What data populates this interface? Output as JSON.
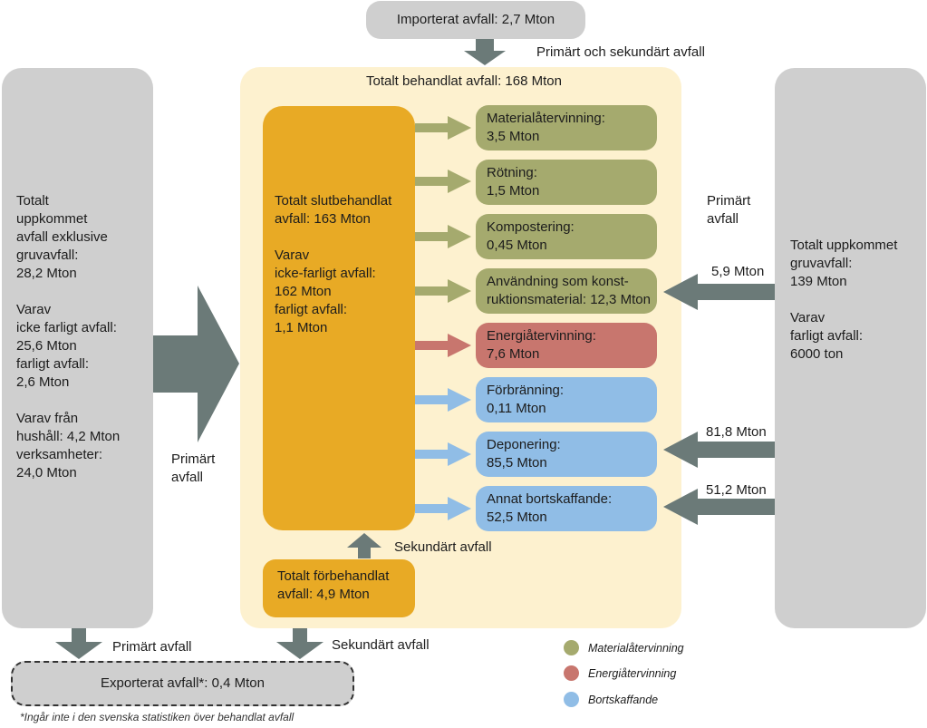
{
  "imported": "Importerat avfall: 2,7 Mton",
  "top_arrow_label": "Primärt och sekundärt avfall",
  "total_treated": "Totalt behandlat avfall: 168 Mton",
  "left_panel": "Totalt\nuppkommet\navfall exklusive\ngruvavfall:\n28,2 Mton\n\nVarav\nicke farligt avfall:\n25,6 Mton\nfarligt avfall:\n2,6 Mton\n\nVarav från\nhushåll: 4,2 Mton\nverksamheter:\n24,0 Mton",
  "left_arrow_label": "Primärt\navfall",
  "final_treated": "Totalt slutbehandlat\navfall: 163 Mton\n\nVarav\nicke-farligt avfall:\n162 Mton\nfarligt avfall:\n1,1 Mton",
  "pretreated": "Totalt förbehandlat\navfall: 4,9 Mton",
  "secondary_label_up": "Sekundärt avfall",
  "treatments": [
    {
      "label": "Materialåtervinning:\n3,5 Mton",
      "color": "#a5aa6e"
    },
    {
      "label": "Rötning:\n1,5 Mton",
      "color": "#a5aa6e"
    },
    {
      "label": "Kompostering:\n0,45 Mton",
      "color": "#a5aa6e"
    },
    {
      "label": "Användning som konst-\nruktionsmaterial: 12,3 Mton",
      "color": "#a5aa6e"
    },
    {
      "label": "Energiåtervinning:\n7,6 Mton",
      "color": "#c8766e"
    },
    {
      "label": "Förbränning:\n0,11 Mton",
      "color": "#90bde6"
    },
    {
      "label": "Deponering:\n85,5 Mton",
      "color": "#90bde6"
    },
    {
      "label": "Annat bortskaffande:\n52,5 Mton",
      "color": "#90bde6"
    }
  ],
  "right_panel": "Totalt uppkommet\ngruvavfall:\n139 Mton\n\nVarav\nfarligt avfall:\n6000  ton",
  "right_primary_label": "Primärt\navfall",
  "right_flows": [
    "5,9 Mton",
    "81,8 Mton",
    "51,2 Mton"
  ],
  "bottom_primary_label": "Primärt avfall",
  "bottom_secondary_label": "Sekundärt avfall",
  "exported": "Exporterat avfall*: 0,4 Mton",
  "footnote": "*Ingår inte i den svenska statistiken över behandlat avfall",
  "legend": [
    {
      "label": "Materialåtervinning",
      "color": "#a5aa6e"
    },
    {
      "label": "Energiåtervinning",
      "color": "#c8766e"
    },
    {
      "label": "Bortskaffande",
      "color": "#90bde6"
    }
  ],
  "colors": {
    "panel_grey": "#cfcfcf",
    "center_bg": "#fdf1cf",
    "orange": "#e8aa25",
    "arrow_grey": "#6b7a78"
  }
}
